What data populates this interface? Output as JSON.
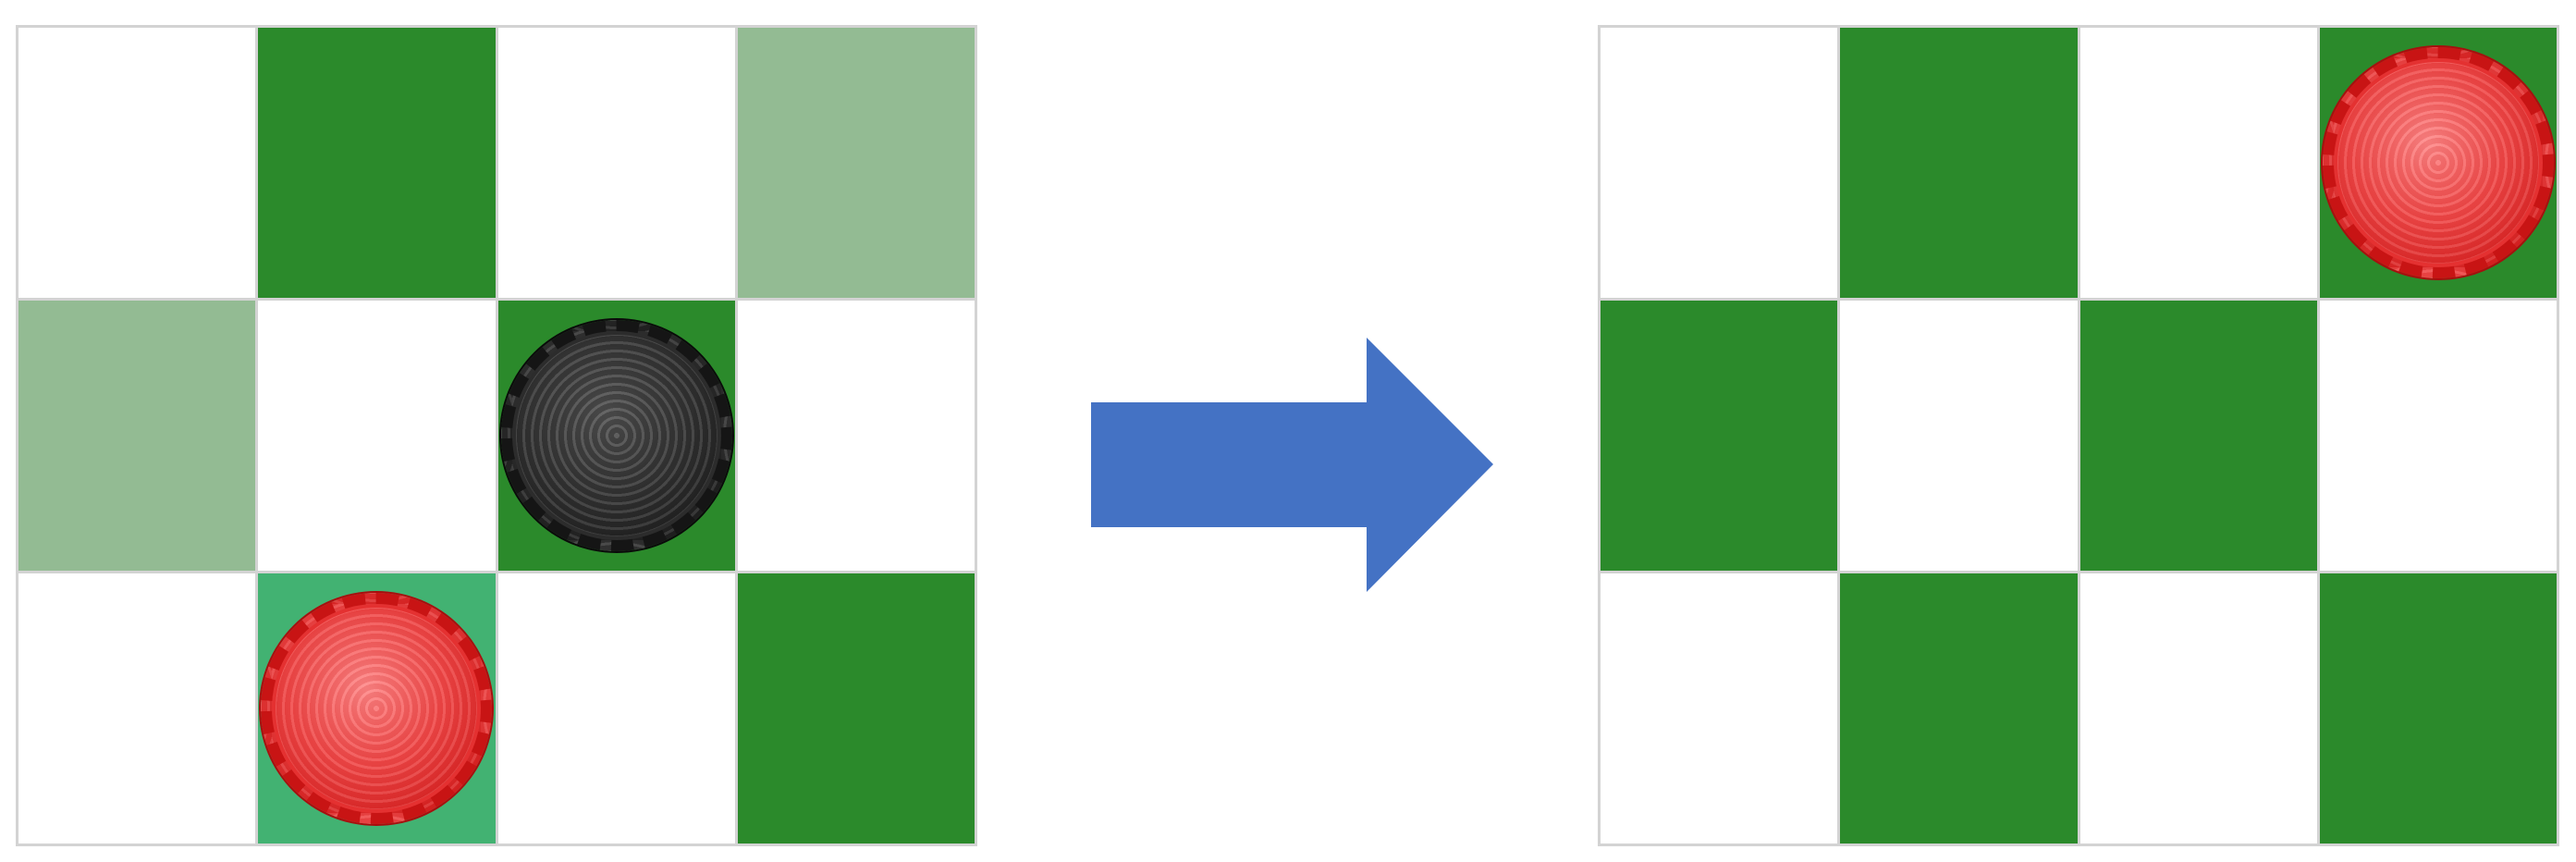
{
  "colors": {
    "white": "#ffffff",
    "dark": "#2b8a2b",
    "move_option": "#93bb93",
    "selected": "#42b272",
    "arrow": "#4472c4"
  },
  "arrow": {
    "icon": "right-arrow-icon",
    "color": "#4472c4"
  },
  "boards": [
    {
      "name": "before",
      "rows": 3,
      "cols": 4,
      "cells": [
        [
          "white",
          "dark",
          "white",
          "move_option"
        ],
        [
          "move_option",
          "white",
          "dark",
          "white"
        ],
        [
          "white",
          "selected",
          "white",
          "dark"
        ]
      ],
      "pieces": [
        {
          "row": 1,
          "col": 2,
          "color": "black"
        },
        {
          "row": 2,
          "col": 1,
          "color": "red"
        }
      ]
    },
    {
      "name": "after",
      "rows": 3,
      "cols": 4,
      "cells": [
        [
          "white",
          "dark",
          "white",
          "dark"
        ],
        [
          "dark",
          "white",
          "dark",
          "white"
        ],
        [
          "white",
          "dark",
          "white",
          "dark"
        ]
      ],
      "pieces": [
        {
          "row": 0,
          "col": 3,
          "color": "red"
        }
      ]
    }
  ]
}
